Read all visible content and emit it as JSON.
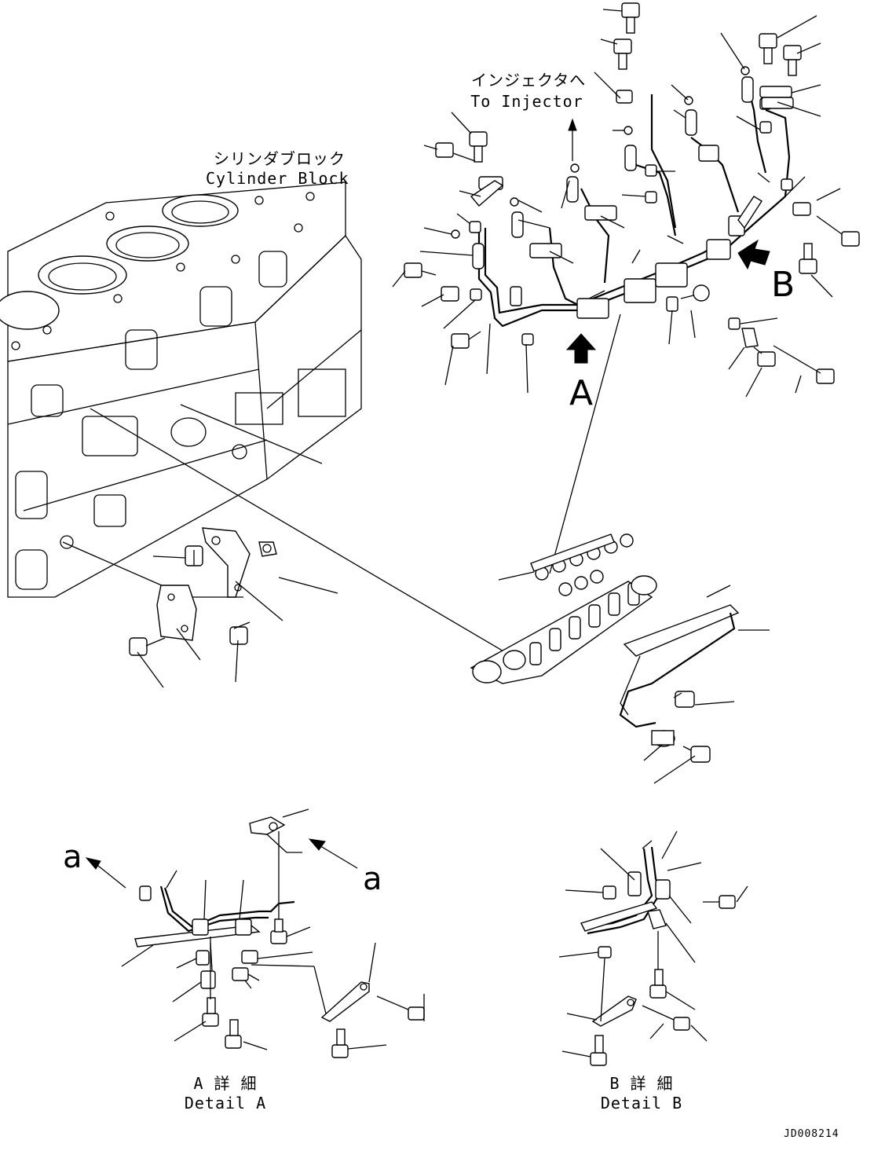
{
  "labels": {
    "cylinder_block_ja": "シリンダブロック",
    "cylinder_block_en": "Cylinder Block",
    "injector_ja": "インジェクタへ",
    "injector_en": "To Injector",
    "view_a": "A",
    "view_b": "B",
    "ref_a_left": "a",
    "ref_a_right": "a",
    "detail_a_ja": "A 詳 細",
    "detail_a_en": "Detail A",
    "detail_b_ja": "B 詳 細",
    "detail_b_en": "Detail B",
    "drawing_code": "JD008214"
  }
}
